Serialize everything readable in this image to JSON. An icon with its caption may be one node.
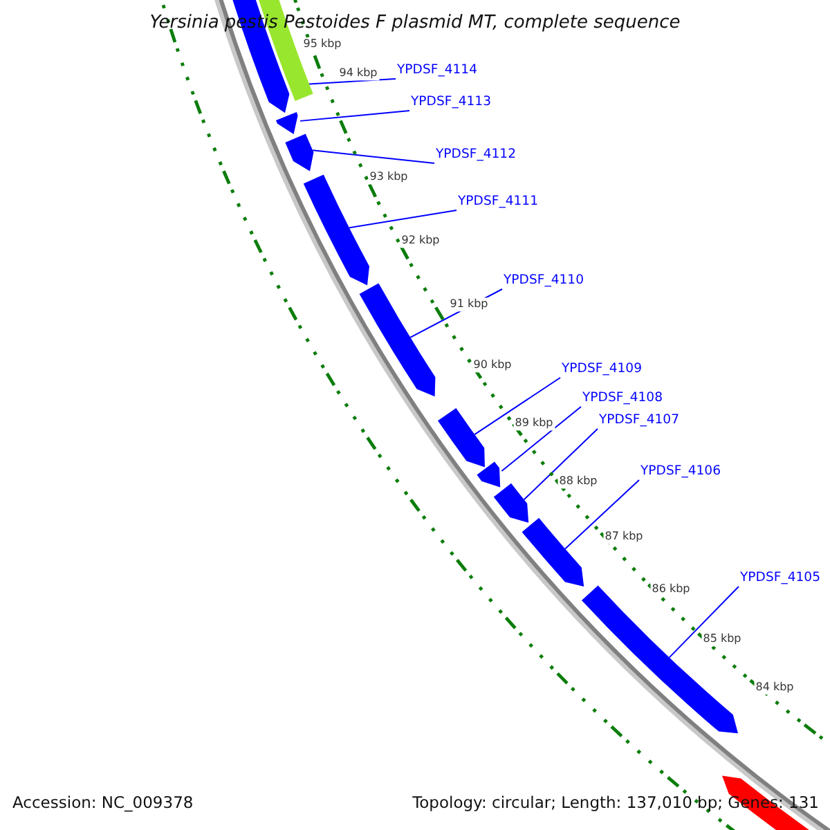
{
  "diagram": {
    "title": "Yersinia pestis Pestoides F plasmid MT, complete sequence",
    "nodes": [
      {
        "text": [
          "YPDSF_4114"
        ]
      },
      {
        "text": [
          "YPDSF_4113"
        ]
      },
      {
        "text": [
          "YPDSF_4112"
        ]
      },
      {
        "text": [
          "YPDSF_4111"
        ]
      },
      {
        "text": [
          "YPDSF_4110"
        ]
      },
      {
        "text": [
          "YPDSF_4109"
        ]
      },
      {
        "text": [
          "YPDSF_4108"
        ]
      },
      {
        "text": [
          "YPDSF_4107"
        ]
      },
      {
        "text": [
          "YPDSF_4106"
        ]
      },
      {
        "text": [
          "YPDSF_4105"
        ]
      },
      {
        "text": [],
        "shape": "bar"
      },
      {
        "text": [],
        "shape": "bar"
      },
      {
        "text": [],
        "shape": "bar"
      },
      {
        "text": [],
        "shape": "bar"
      },
      {
        "text": [],
        "shape": "bar"
      },
      {
        "text": [],
        "shape": "bar"
      },
      {
        "text": [],
        "shape": "bar"
      },
      {
        "text": [],
        "shape": "bar"
      },
      {
        "text": [],
        "shape": "bar"
      },
      {
        "text": [],
        "shape": "bar"
      },
      {
        "text": [],
        "shape": "bar"
      },
      {
        "text": [],
        "shape": "bar"
      }
    ],
    "edges": [
      {
        "from": 0,
        "to": 11,
        "arrow": "none"
      },
      {
        "from": 1,
        "to": 12,
        "arrow": "none"
      },
      {
        "from": 2,
        "to": 13,
        "arrow": "none"
      },
      {
        "from": 3,
        "to": 14,
        "arrow": "none"
      },
      {
        "from": 4,
        "to": 15,
        "arrow": "none"
      },
      {
        "from": 5,
        "to": 16,
        "arrow": "none"
      },
      {
        "from": 6,
        "to": 17,
        "arrow": "none"
      },
      {
        "from": 7,
        "to": 18,
        "arrow": "none"
      },
      {
        "from": 8,
        "to": 19,
        "arrow": "none"
      },
      {
        "from": 9,
        "to": 20,
        "arrow": "none"
      }
    ],
    "labels": [
      "95 kbp",
      "94 kbp",
      "93 kbp",
      "92 kbp",
      "91 kbp",
      "90 kbp",
      "89 kbp",
      "88 kbp",
      "87 kbp",
      "86 kbp",
      "85 kbp",
      "84 kbp",
      "Accession: NC_009378",
      "Topology: circular; Length: 137,010 bp; Genes: 131"
    ]
  }
}
